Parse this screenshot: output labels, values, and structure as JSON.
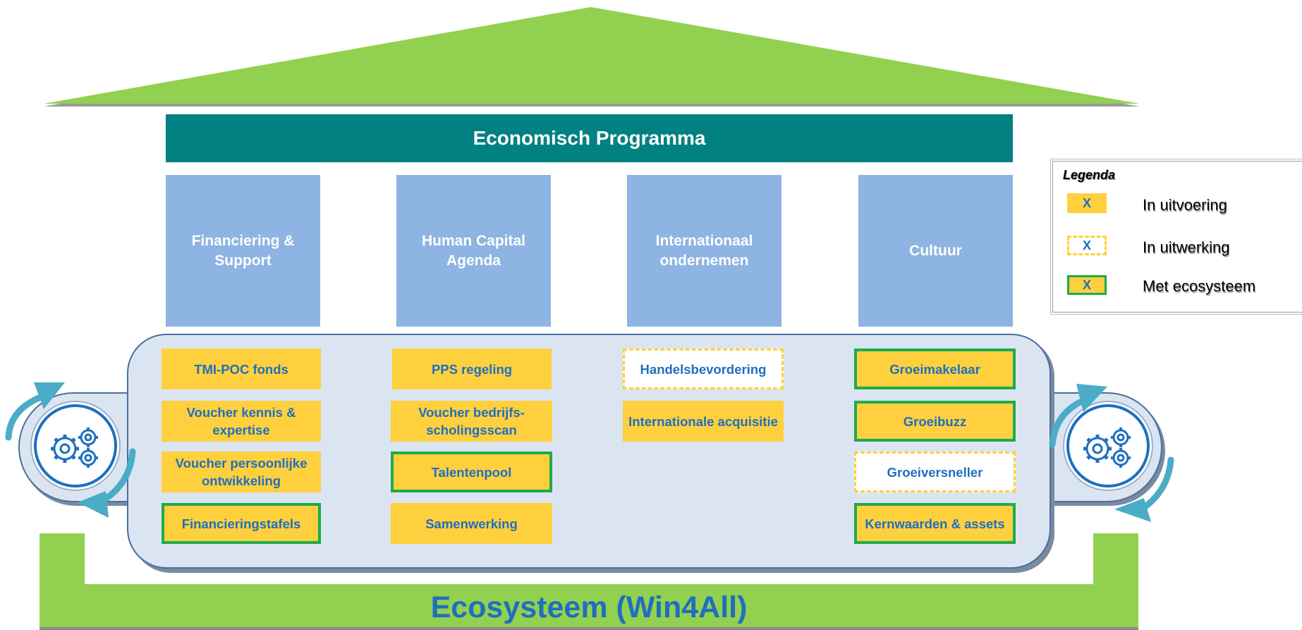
{
  "title": "Economisch Programma",
  "pillars": [
    {
      "label": "Financiering & Support"
    },
    {
      "label": "Human Capital Agenda"
    },
    {
      "label": "Internationaal ondernemen"
    },
    {
      "label": "Cultuur"
    }
  ],
  "initiatives": [
    {
      "label": "TMI-POC fonds",
      "status": "In uitvoering"
    },
    {
      "label": "Voucher kennis & expertise",
      "status": "In uitvoering"
    },
    {
      "label": "Voucher persoonlijke ontwikkeling",
      "status": "In uitvoering"
    },
    {
      "label": "Financieringstafels",
      "status": "Met ecosysteem"
    },
    {
      "label": "PPS regeling",
      "status": "In uitvoering"
    },
    {
      "label": "Voucher bedrijfs-scholingsscan",
      "status": "In uitvoering"
    },
    {
      "label": "Talentenpool",
      "status": "Met ecosysteem"
    },
    {
      "label": "Samenwerking",
      "status": "In uitvoering"
    },
    {
      "label": "Handelsbevordering",
      "status": "In uitwerking"
    },
    {
      "label": "Internationale acquisitie",
      "status": "In uitvoering"
    },
    {
      "label": "Groeimakelaar",
      "status": "Met ecosysteem"
    },
    {
      "label": "Groeibuzz",
      "status": "Met ecosysteem"
    },
    {
      "label": "Groeiversneller",
      "status": "In uitwerking"
    },
    {
      "label": "Kernwaarden & assets",
      "status": "Met ecosysteem"
    }
  ],
  "foundation": "Ecosysteem (Win4All)",
  "legend": {
    "title": "Legenda",
    "items": [
      {
        "symbol": "X",
        "label": "In uitvoering"
      },
      {
        "symbol": "X",
        "label": "In uitwerking"
      },
      {
        "symbol": "X",
        "label": "Met ecosysteem"
      }
    ]
  },
  "colors": {
    "roof": "#92d050",
    "banner": "#018181",
    "pillar": "#8db4e2",
    "platform": "#dbe5f1",
    "box": "#ffd03d",
    "box_text": "#1f6fbf",
    "ecosystem_border": "#1faa4e",
    "arrow": "#4bacc6"
  }
}
